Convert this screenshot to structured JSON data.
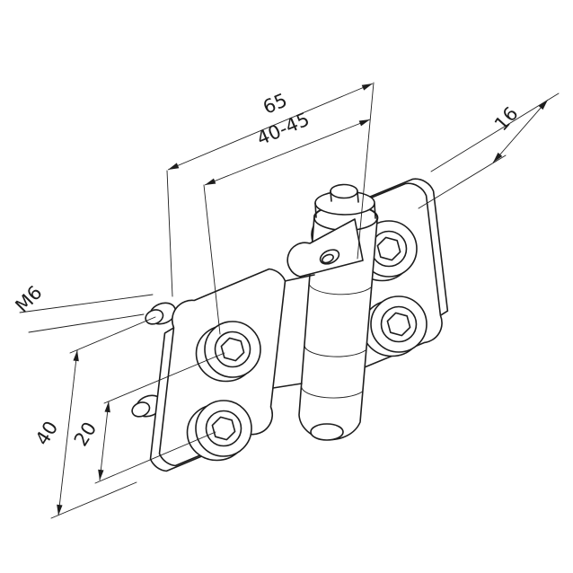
{
  "meta": {
    "background_color": "#ffffff",
    "line_color": "#1d1d1d",
    "drawing_kind": "isometric technical drawing of a combination hinge with socket-head screws"
  },
  "annotations": {
    "dim_overall_width": "65",
    "dim_adjustable_width": "40-45",
    "dim_depth": "16",
    "thread_label": "M6",
    "dim_hole_spacing": "20",
    "dim_plate_height": "40"
  }
}
